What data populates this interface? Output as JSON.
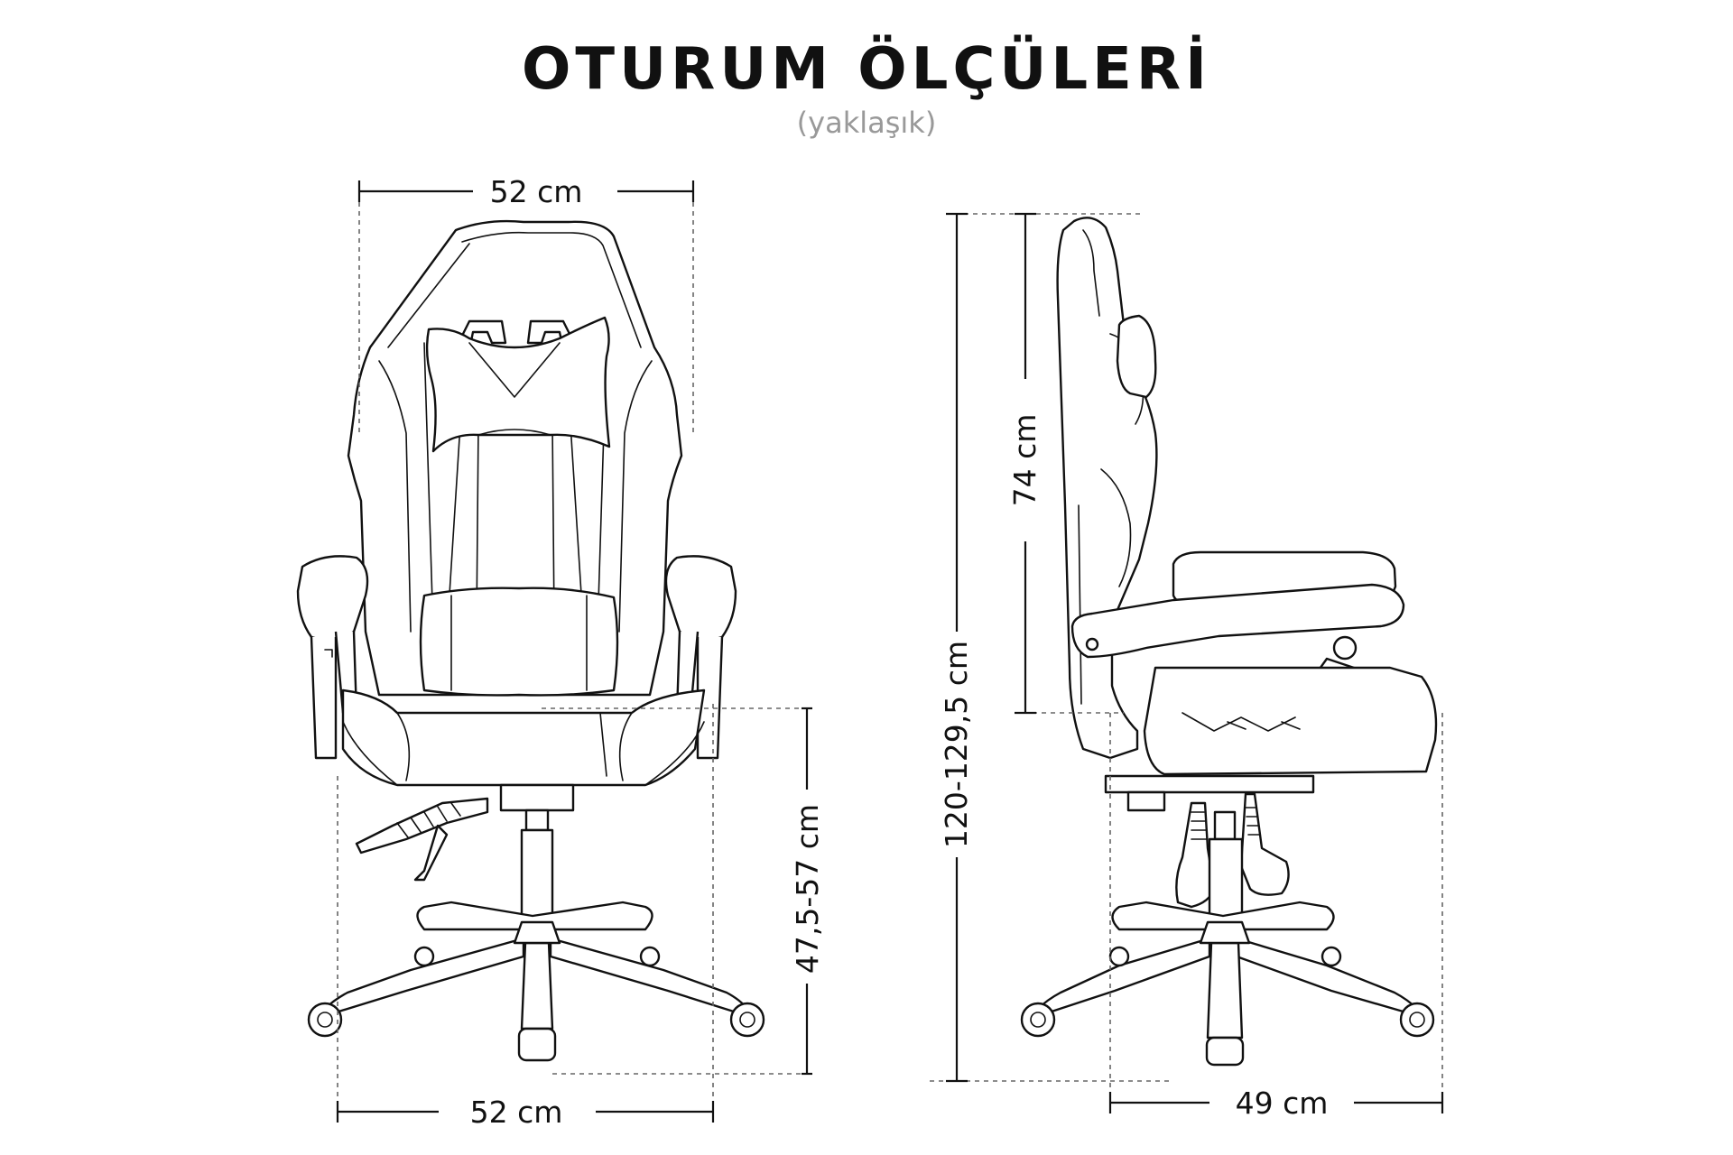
{
  "title": "OTURUM ÖLÇÜLERİ",
  "subtitle": "(yaklaşık)",
  "dimensions": {
    "front_top_width": "52 cm",
    "front_bottom_width": "52 cm",
    "front_seat_height": "47,5-57 cm",
    "side_back_height": "74 cm",
    "side_total_height": "120-129,5 cm",
    "side_base_depth": "49 cm"
  }
}
